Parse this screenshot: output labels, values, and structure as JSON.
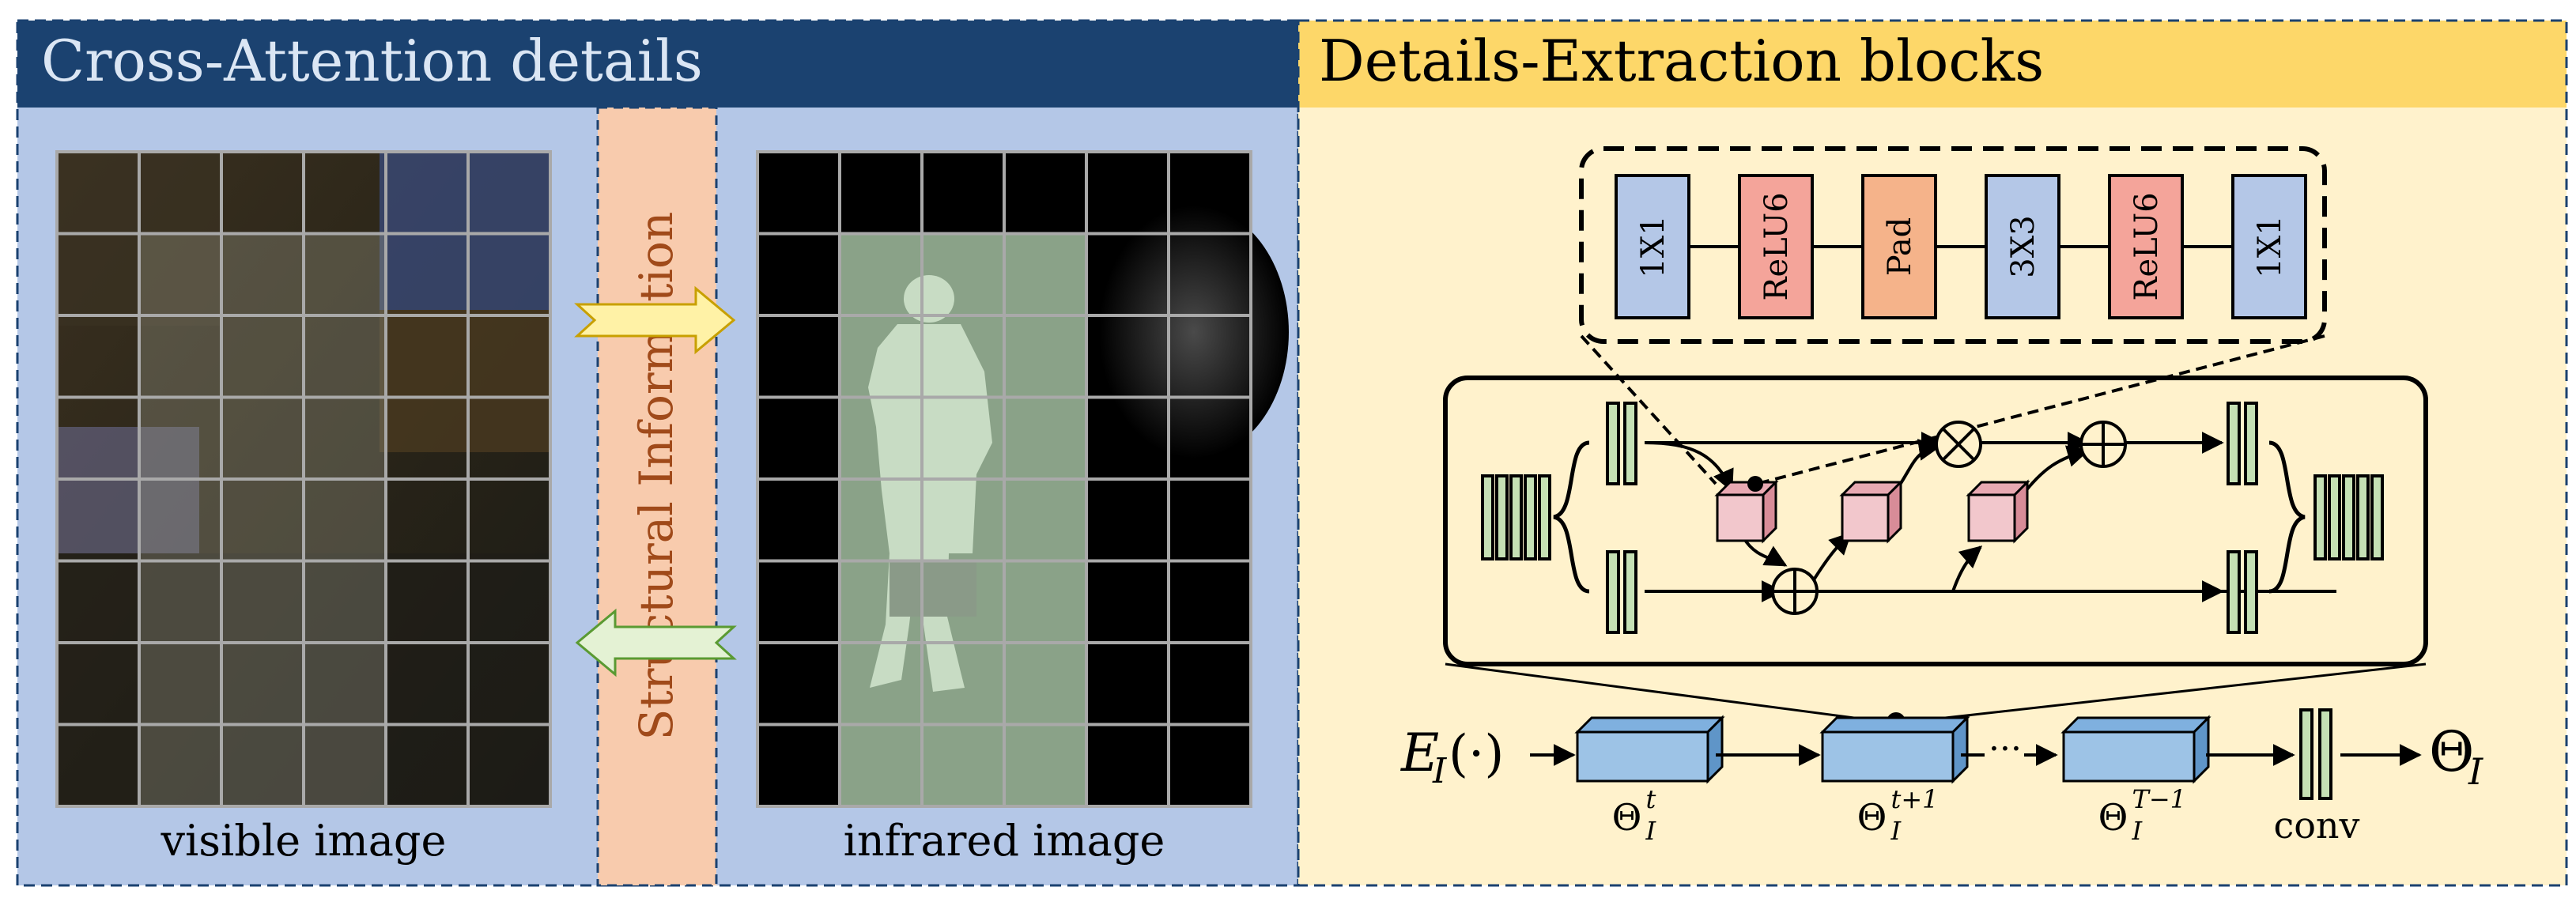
{
  "left_panel": {
    "title": "Cross-Attention details",
    "visible_caption": "visible image",
    "infrared_caption": "infrared image",
    "structural_label": "Structural Information"
  },
  "right_panel": {
    "title": "Details-Extraction blocks",
    "module_chain": [
      "1X1",
      "ReLU6",
      "Pad",
      "3X3",
      "ReLU6",
      "1X1"
    ],
    "input_label": "E",
    "input_sub": "I",
    "input_args": "(·)",
    "theta_symbol": "Θ",
    "theta_sub": "I",
    "stage_sups": [
      "t",
      "t+1",
      "T−1"
    ],
    "ellipsis": "···",
    "conv_label": "conv",
    "multiply_symbol": "⊗",
    "add_symbol": "⊕"
  },
  "colors": {
    "left_header": "#1b4270",
    "right_header": "#fdd769",
    "left_bg": "#b4c7e7",
    "right_bg": "#fff2cc",
    "strip": "#f8cbad",
    "box_blue": "#b4c7e7",
    "box_red": "#f4a49a",
    "box_orange": "#f5b38a",
    "green_bar": "#c5e0b4",
    "cube": "#f2c7cc",
    "pipeline_box": "#9dc3e6"
  }
}
